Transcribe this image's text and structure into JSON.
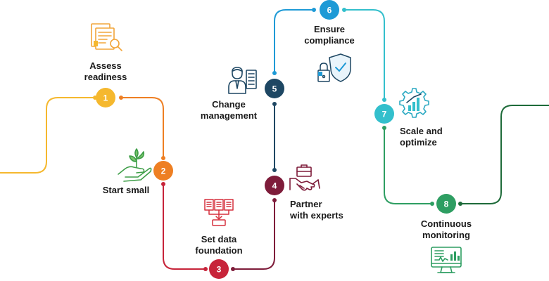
{
  "colors": {
    "s1": "#F5B82E",
    "s2": "#EE7F23",
    "s3": "#C7243A",
    "s4": "#7E1C3A",
    "s5": "#1E4763",
    "s6": "#1E9AD6",
    "s7": "#33BFCC",
    "s8": "#2E9E62",
    "end": "#1E6B3A"
  },
  "steps": [
    {
      "number": "1",
      "label_lines": [
        "Assess",
        "readiness"
      ],
      "icon": "document-search-icon"
    },
    {
      "number": "2",
      "label_lines": [
        "Start small"
      ],
      "icon": "hand-sprout-icon"
    },
    {
      "number": "3",
      "label_lines": [
        "Set data",
        "foundation"
      ],
      "icon": "data-documents-icon"
    },
    {
      "number": "4",
      "label_lines": [
        "Partner",
        "with experts"
      ],
      "icon": "handshake-briefcase-icon"
    },
    {
      "number": "5",
      "label_lines": [
        "Change",
        "management"
      ],
      "icon": "businessman-checklist-icon"
    },
    {
      "number": "6",
      "label_lines": [
        "Ensure",
        "compliance"
      ],
      "icon": "shield-lock-icon"
    },
    {
      "number": "7",
      "label_lines": [
        "Scale and",
        "optimize"
      ],
      "icon": "gear-chart-icon"
    },
    {
      "number": "8",
      "label_lines": [
        "Continuous",
        "monitoring"
      ],
      "icon": "monitor-dashboard-icon"
    }
  ]
}
